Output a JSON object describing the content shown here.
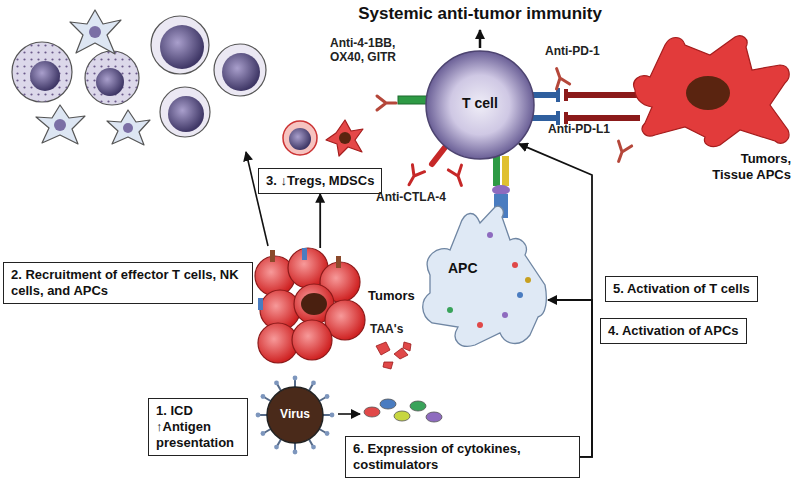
{
  "diagram": {
    "title": "Systemic anti-tumor immunity",
    "nodes": [
      {
        "text": [
          "T cell"
        ]
      },
      {
        "text": [
          "Tumors, Tissue APCs"
        ]
      },
      {
        "text": [
          "2. Recruitment of effector T cells, NK cells, and APCs"
        ]
      },
      {
        "text": [
          "3. ↓Tregs, MDSCs"
        ]
      },
      {
        "text": [
          "Tumors"
        ]
      },
      {
        "text": [
          "5. Activation of T cells"
        ]
      },
      {
        "text": [
          "APC"
        ]
      },
      {
        "text": [
          "4. Activation of APCs"
        ]
      },
      {
        "text": [
          "1. ICD ↑Antigen presentation"
        ]
      },
      {
        "text": [
          "Virus"
        ]
      },
      {
        "text": [
          "6. Expression of cytokines, costimulators"
        ]
      }
    ],
    "edges": [
      {
        "from": 4,
        "to": 3,
        "arrow": "to"
      },
      {
        "from": 10,
        "to": 0,
        "arrow": "to"
      },
      {
        "from": 10,
        "to": 6,
        "arrow": "to"
      }
    ],
    "labels": [
      "Anti-4-1BB, OX40, GITR",
      "Anti-PD-1",
      "Anti-PD-L1",
      "Anti-CTLA-4",
      "TAA's"
    ]
  }
}
